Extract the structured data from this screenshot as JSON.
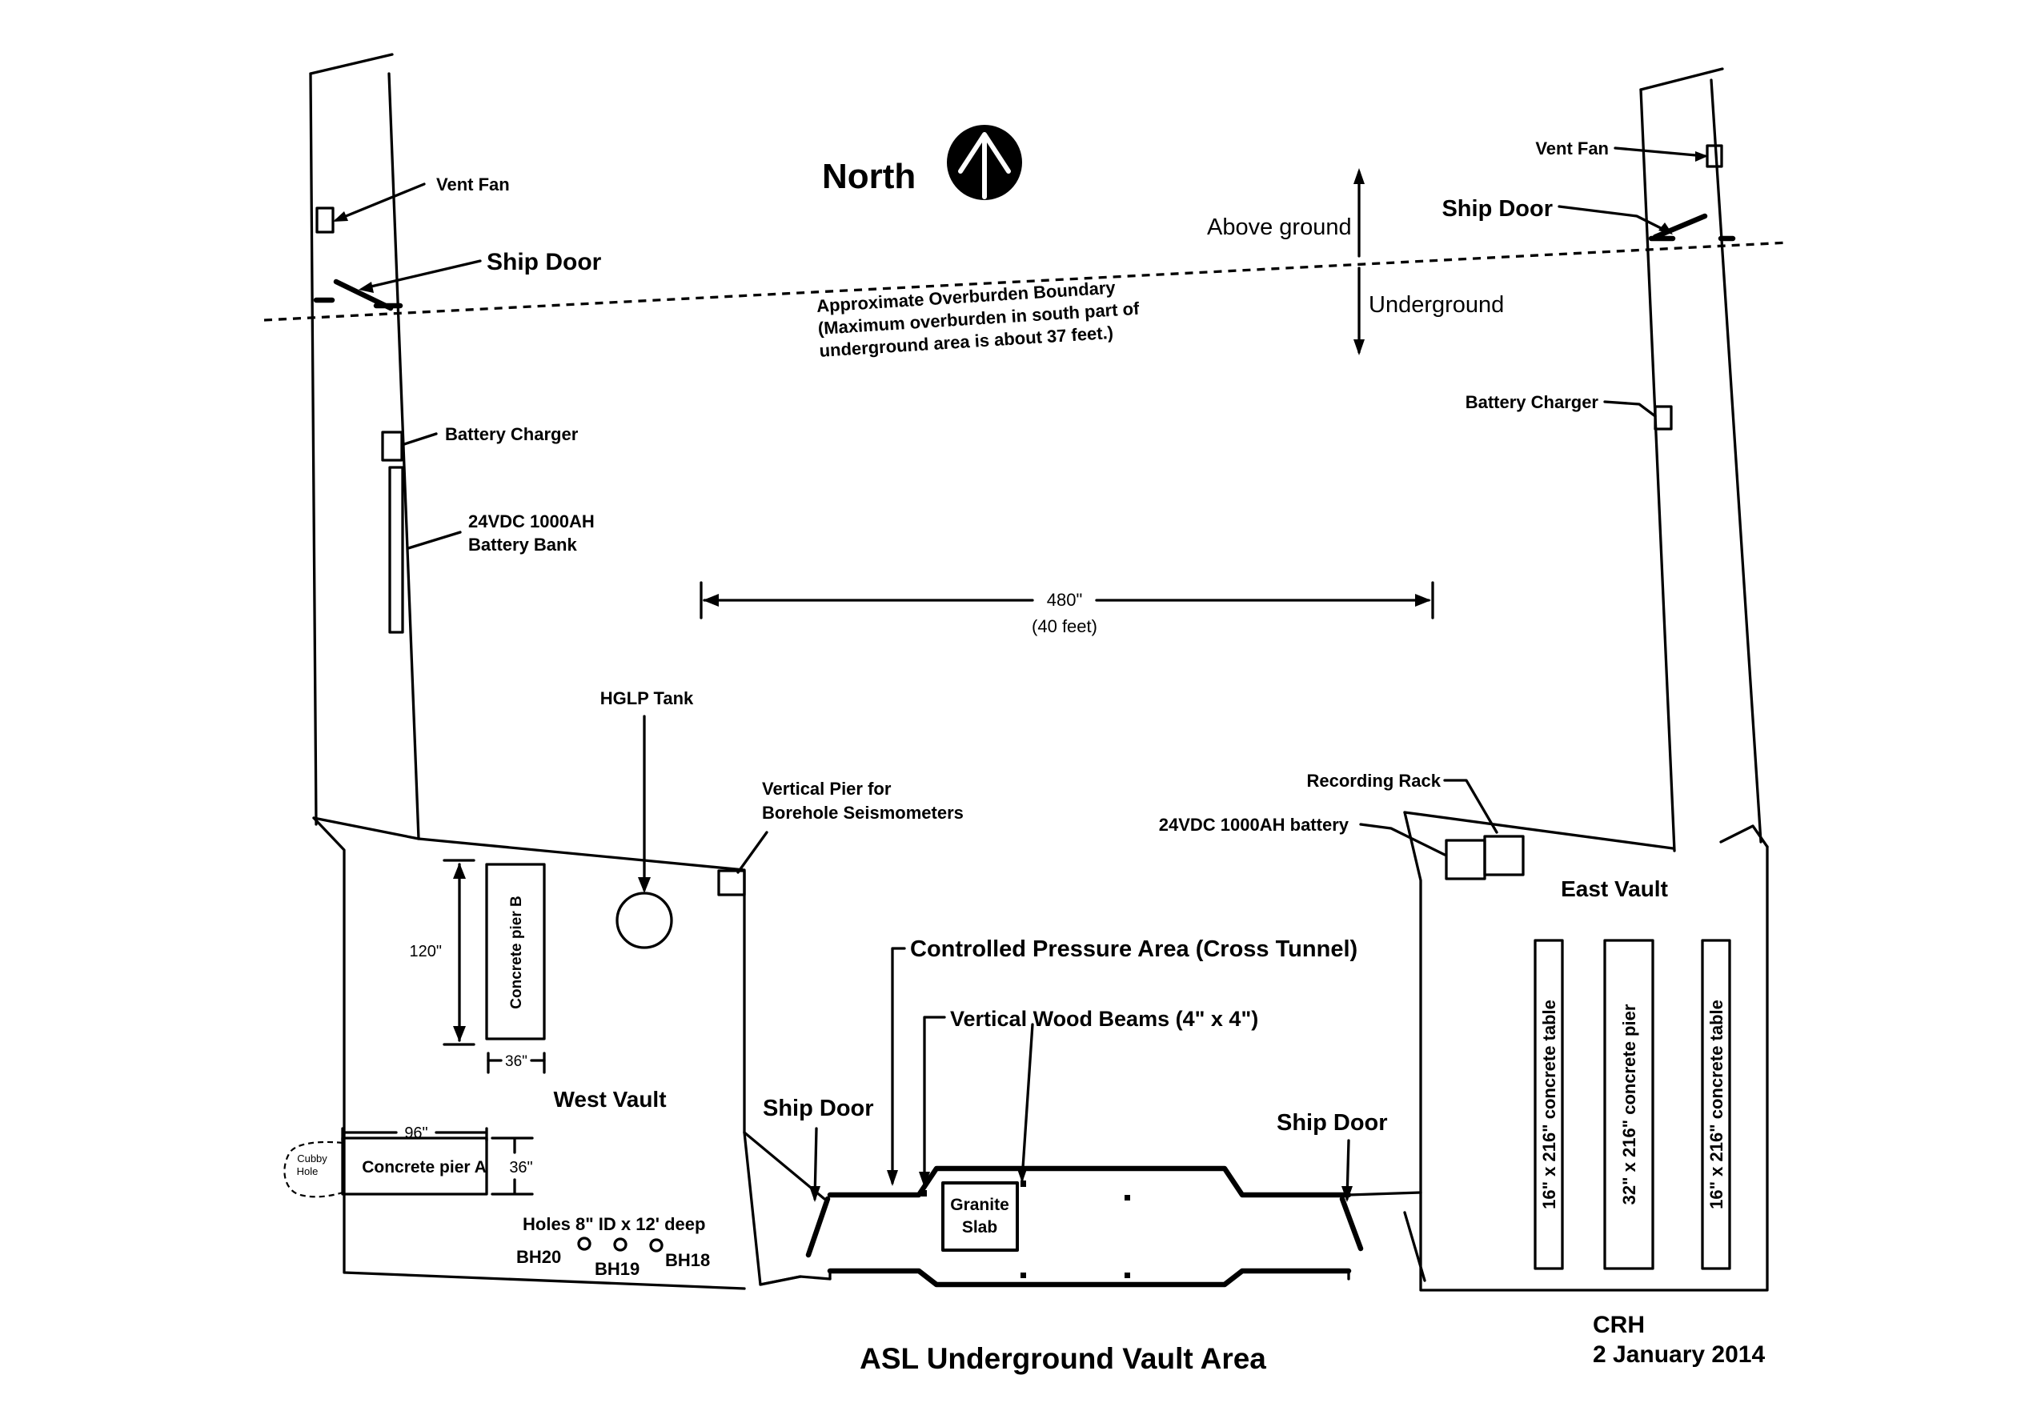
{
  "title": "ASL Underground Vault Area",
  "author": "CRH",
  "date": "2 January 2014",
  "north_label": "North",
  "above_ground": "Above ground",
  "underground": "Underground",
  "overburden": {
    "line1": "Approximate Overburden Boundary",
    "line2": "(Maximum overburden in south part of",
    "line3": "underground area is about 37 feet.)"
  },
  "dimension_main": {
    "inches": "480\"",
    "feet": "(40 feet)"
  },
  "west": {
    "vent_fan": "Vent Fan",
    "ship_door": "Ship Door",
    "battery_charger": "Battery Charger",
    "battery_bank_1": "24VDC 1000AH",
    "battery_bank_2": "Battery Bank"
  },
  "east": {
    "vent_fan": "Vent Fan",
    "ship_door": "Ship Door",
    "battery_charger": "Battery Charger"
  },
  "hglp_tank": "HGLP Tank",
  "vertical_pier_1": "Vertical Pier for",
  "vertical_pier_2": "Borehole Seismometers",
  "recording_rack": "Recording Rack",
  "vdc_battery": "24VDC 1000AH battery",
  "east_vault": "East Vault",
  "west_vault": "West Vault",
  "controlled_pressure": "Controlled Pressure Area (Cross Tunnel)",
  "wood_beams": "Vertical Wood Beams (4\" x 4\")",
  "ship_door_left": "Ship Door",
  "ship_door_right": "Ship Door",
  "granite_1": "Granite",
  "granite_2": "Slab",
  "pier_b": "Concrete pier B",
  "pier_b_height": "120\"",
  "pier_b_width": "36\"",
  "pier_a": "Concrete pier A",
  "pier_a_width": "96\"",
  "pier_a_height": "36\"",
  "cubby_1": "Cubby",
  "cubby_2": "Hole",
  "holes": "Holes 8\" ID x 12' deep",
  "bh20": "BH20",
  "bh19": "BH19",
  "bh18": "BH18",
  "table_1": "16\" x 216\" concrete table",
  "pier_east": "32\" x 216\" concrete pier",
  "table_2": "16\" x 216\" concrete table"
}
